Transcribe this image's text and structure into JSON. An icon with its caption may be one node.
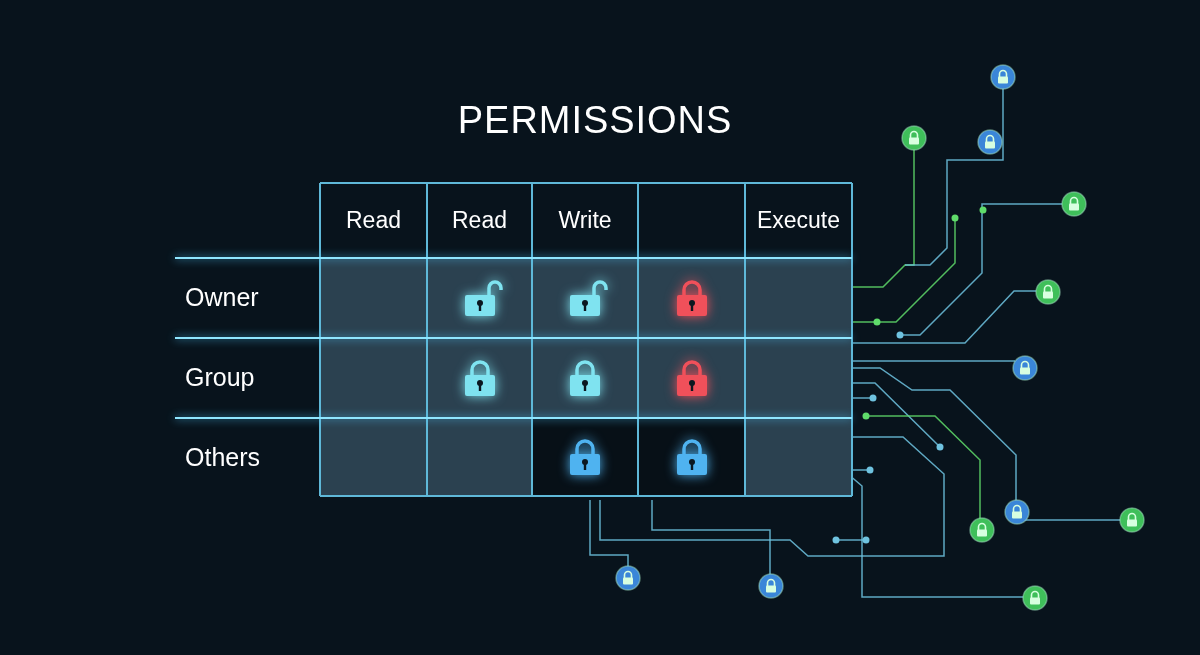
{
  "diagram": {
    "title": "PERMISSIONS",
    "labels": [
      "Read",
      "Read",
      "Write",
      "Execute",
      "Owner",
      "Group",
      "Others"
    ]
  }
}
